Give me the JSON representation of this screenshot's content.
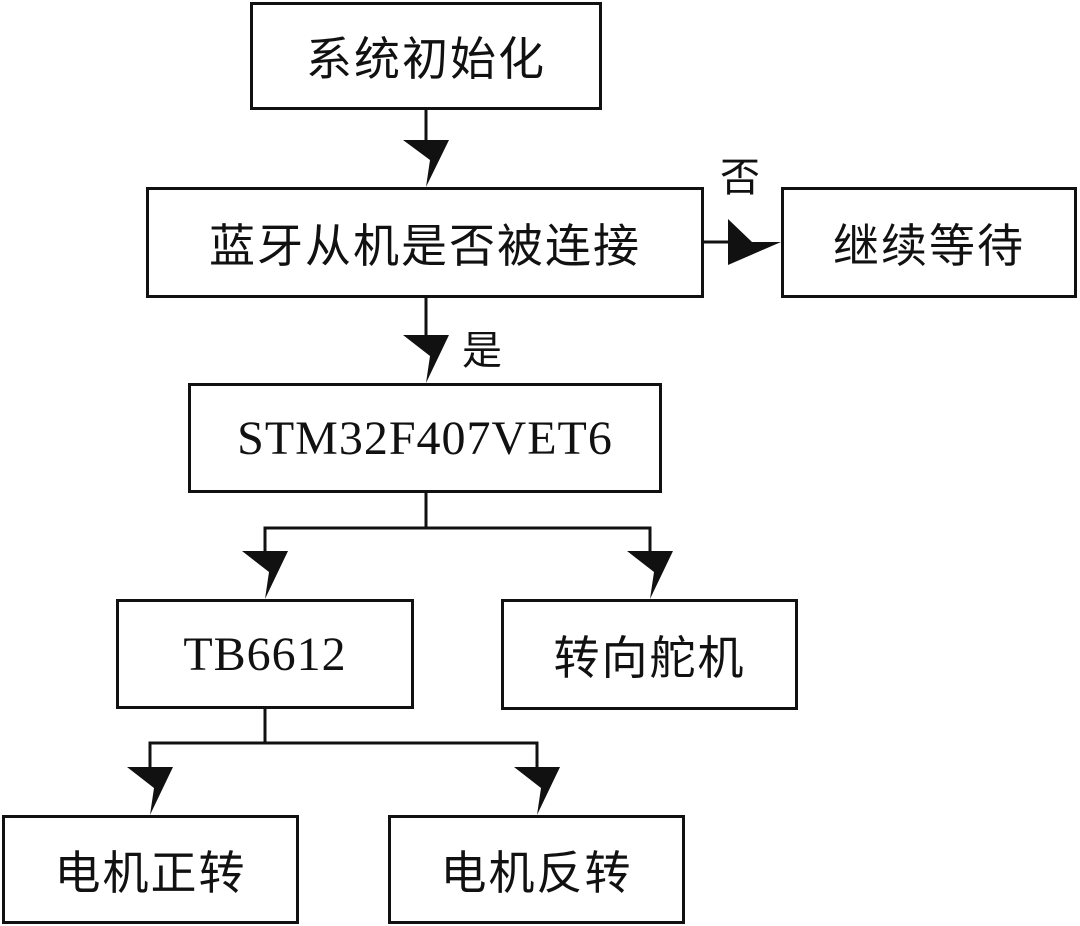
{
  "nodes": {
    "init": "系统初始化",
    "bluetooth_check": "蓝牙从机是否被连接",
    "wait": "继续等待",
    "mcu": "STM32F407VET6",
    "driver": "TB6612",
    "servo": "转向舵机",
    "motor_forward": "电机正转",
    "motor_reverse": "电机反转"
  },
  "edge_labels": {
    "no": "否",
    "yes": "是"
  },
  "colors": {
    "stroke": "#111111",
    "background": "#ffffff"
  }
}
